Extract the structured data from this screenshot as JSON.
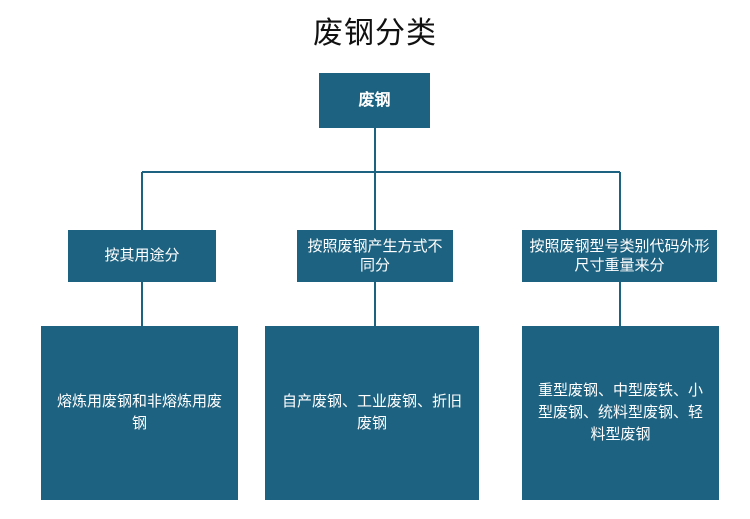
{
  "title": "废钢分类",
  "root": {
    "label": "废钢"
  },
  "categories": [
    {
      "label": "按其用途分",
      "leaf": "熔炼用废钢和非熔炼用废钢"
    },
    {
      "label": "按照废钢产生方式不同分",
      "leaf": "自产废钢、工业废钢、折旧废钢"
    },
    {
      "label": "按照废钢型号类别代码外形尺寸重量来分",
      "leaf": "重型废钢、中型废铁、小型废钢、统料型废钢、轻料型废钢"
    }
  ],
  "colors": {
    "box": "#1d6280",
    "line": "#1d6280",
    "text": "#ffffff"
  }
}
